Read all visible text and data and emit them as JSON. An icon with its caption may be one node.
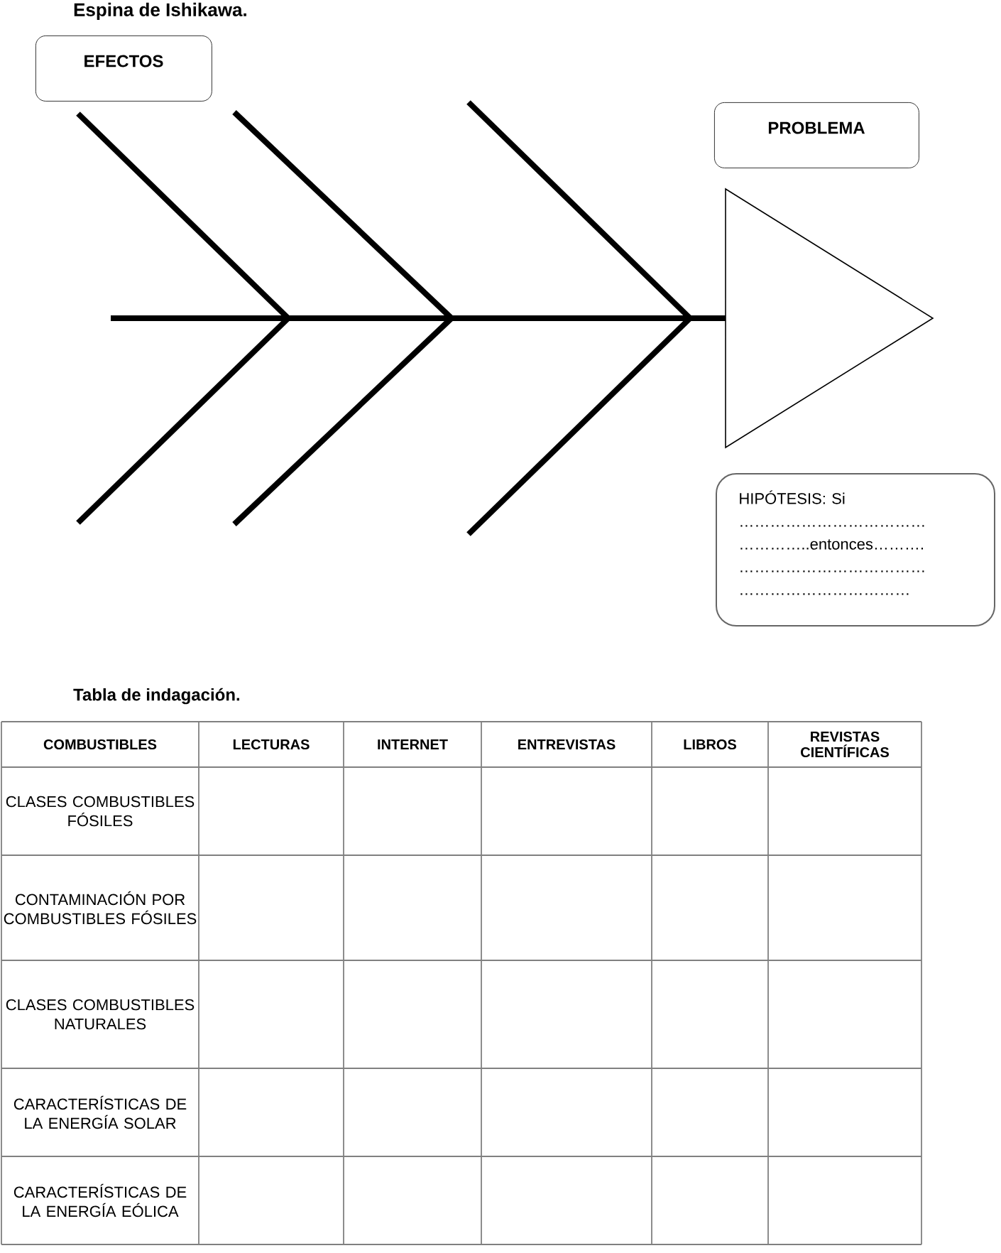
{
  "diagram": {
    "title": "Espina de Ishikawa.",
    "nodes": [
      {
        "text": [
          "EFECTOS"
        ]
      },
      {
        "text": [
          "PROBLEMA"
        ]
      },
      {
        "text": [
          "HIPÓTESIS: Si ……………………………… …………..entonces………. ……………………………… ……………………………"
        ]
      }
    ],
    "labels": [
      "Tabla de indagación.",
      "COMBUSTIBLES",
      "LECTURAS",
      "INTERNET",
      "ENTREVISTAS",
      "LIBROS",
      "REVISTAS CIENTÍFICAS",
      "CLASES COMBUSTIBLES FÓSILES",
      "CONTAMINACIÓN POR COMBUSTIBLES FÓSILES",
      "CLASES COMBUSTIBLES NATURALES",
      "CARACTERÍSTICAS DE LA ENERGÍA SOLAR",
      "CARACTERÍSTICAS DE LA ENERGÍA EÓLICA"
    ]
  }
}
